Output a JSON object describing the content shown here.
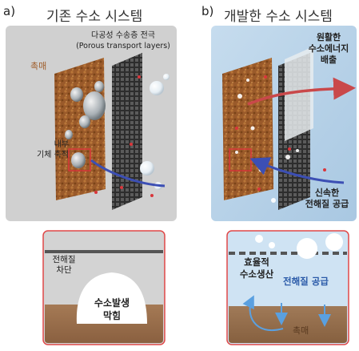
{
  "panel_a": {
    "letter": "a)",
    "title": "기존 수소 시스템",
    "catalyst_label": "촉매",
    "ptl_label_line1": "다공성 수송층 전극",
    "ptl_label_line2": "(Porous transport layers)",
    "gas_accum_line1": "내부",
    "gas_accum_line2": "기체 축적",
    "zoom_block_line1": "전해질",
    "zoom_block_line2": "차단",
    "zoom_membrane_line1": "수소발생",
    "zoom_membrane_line2": "막힘"
  },
  "panel_b": {
    "letter": "b)",
    "title": "개발한 수소 시스템",
    "release_line1": "원활한",
    "release_line2": "수소에너지",
    "release_line3": "배출",
    "supply_line1": "신속한",
    "supply_line2": "전해질 공급",
    "zoom_efficient_line1": "효율적",
    "zoom_efficient_line2": "수소생산",
    "zoom_supply_label": "전해질 공급",
    "zoom_catalyst_label": "촉매"
  },
  "colors": {
    "catalyst": "#9a5a2a",
    "box_gray": "#cfcfcf",
    "box_blue": "#b8d3e8",
    "arrow_red": "#c9484a",
    "arrow_blue": "#3c4fb4",
    "zoom_blue_text": "#2a5aa8",
    "border_red": "#e04848"
  }
}
